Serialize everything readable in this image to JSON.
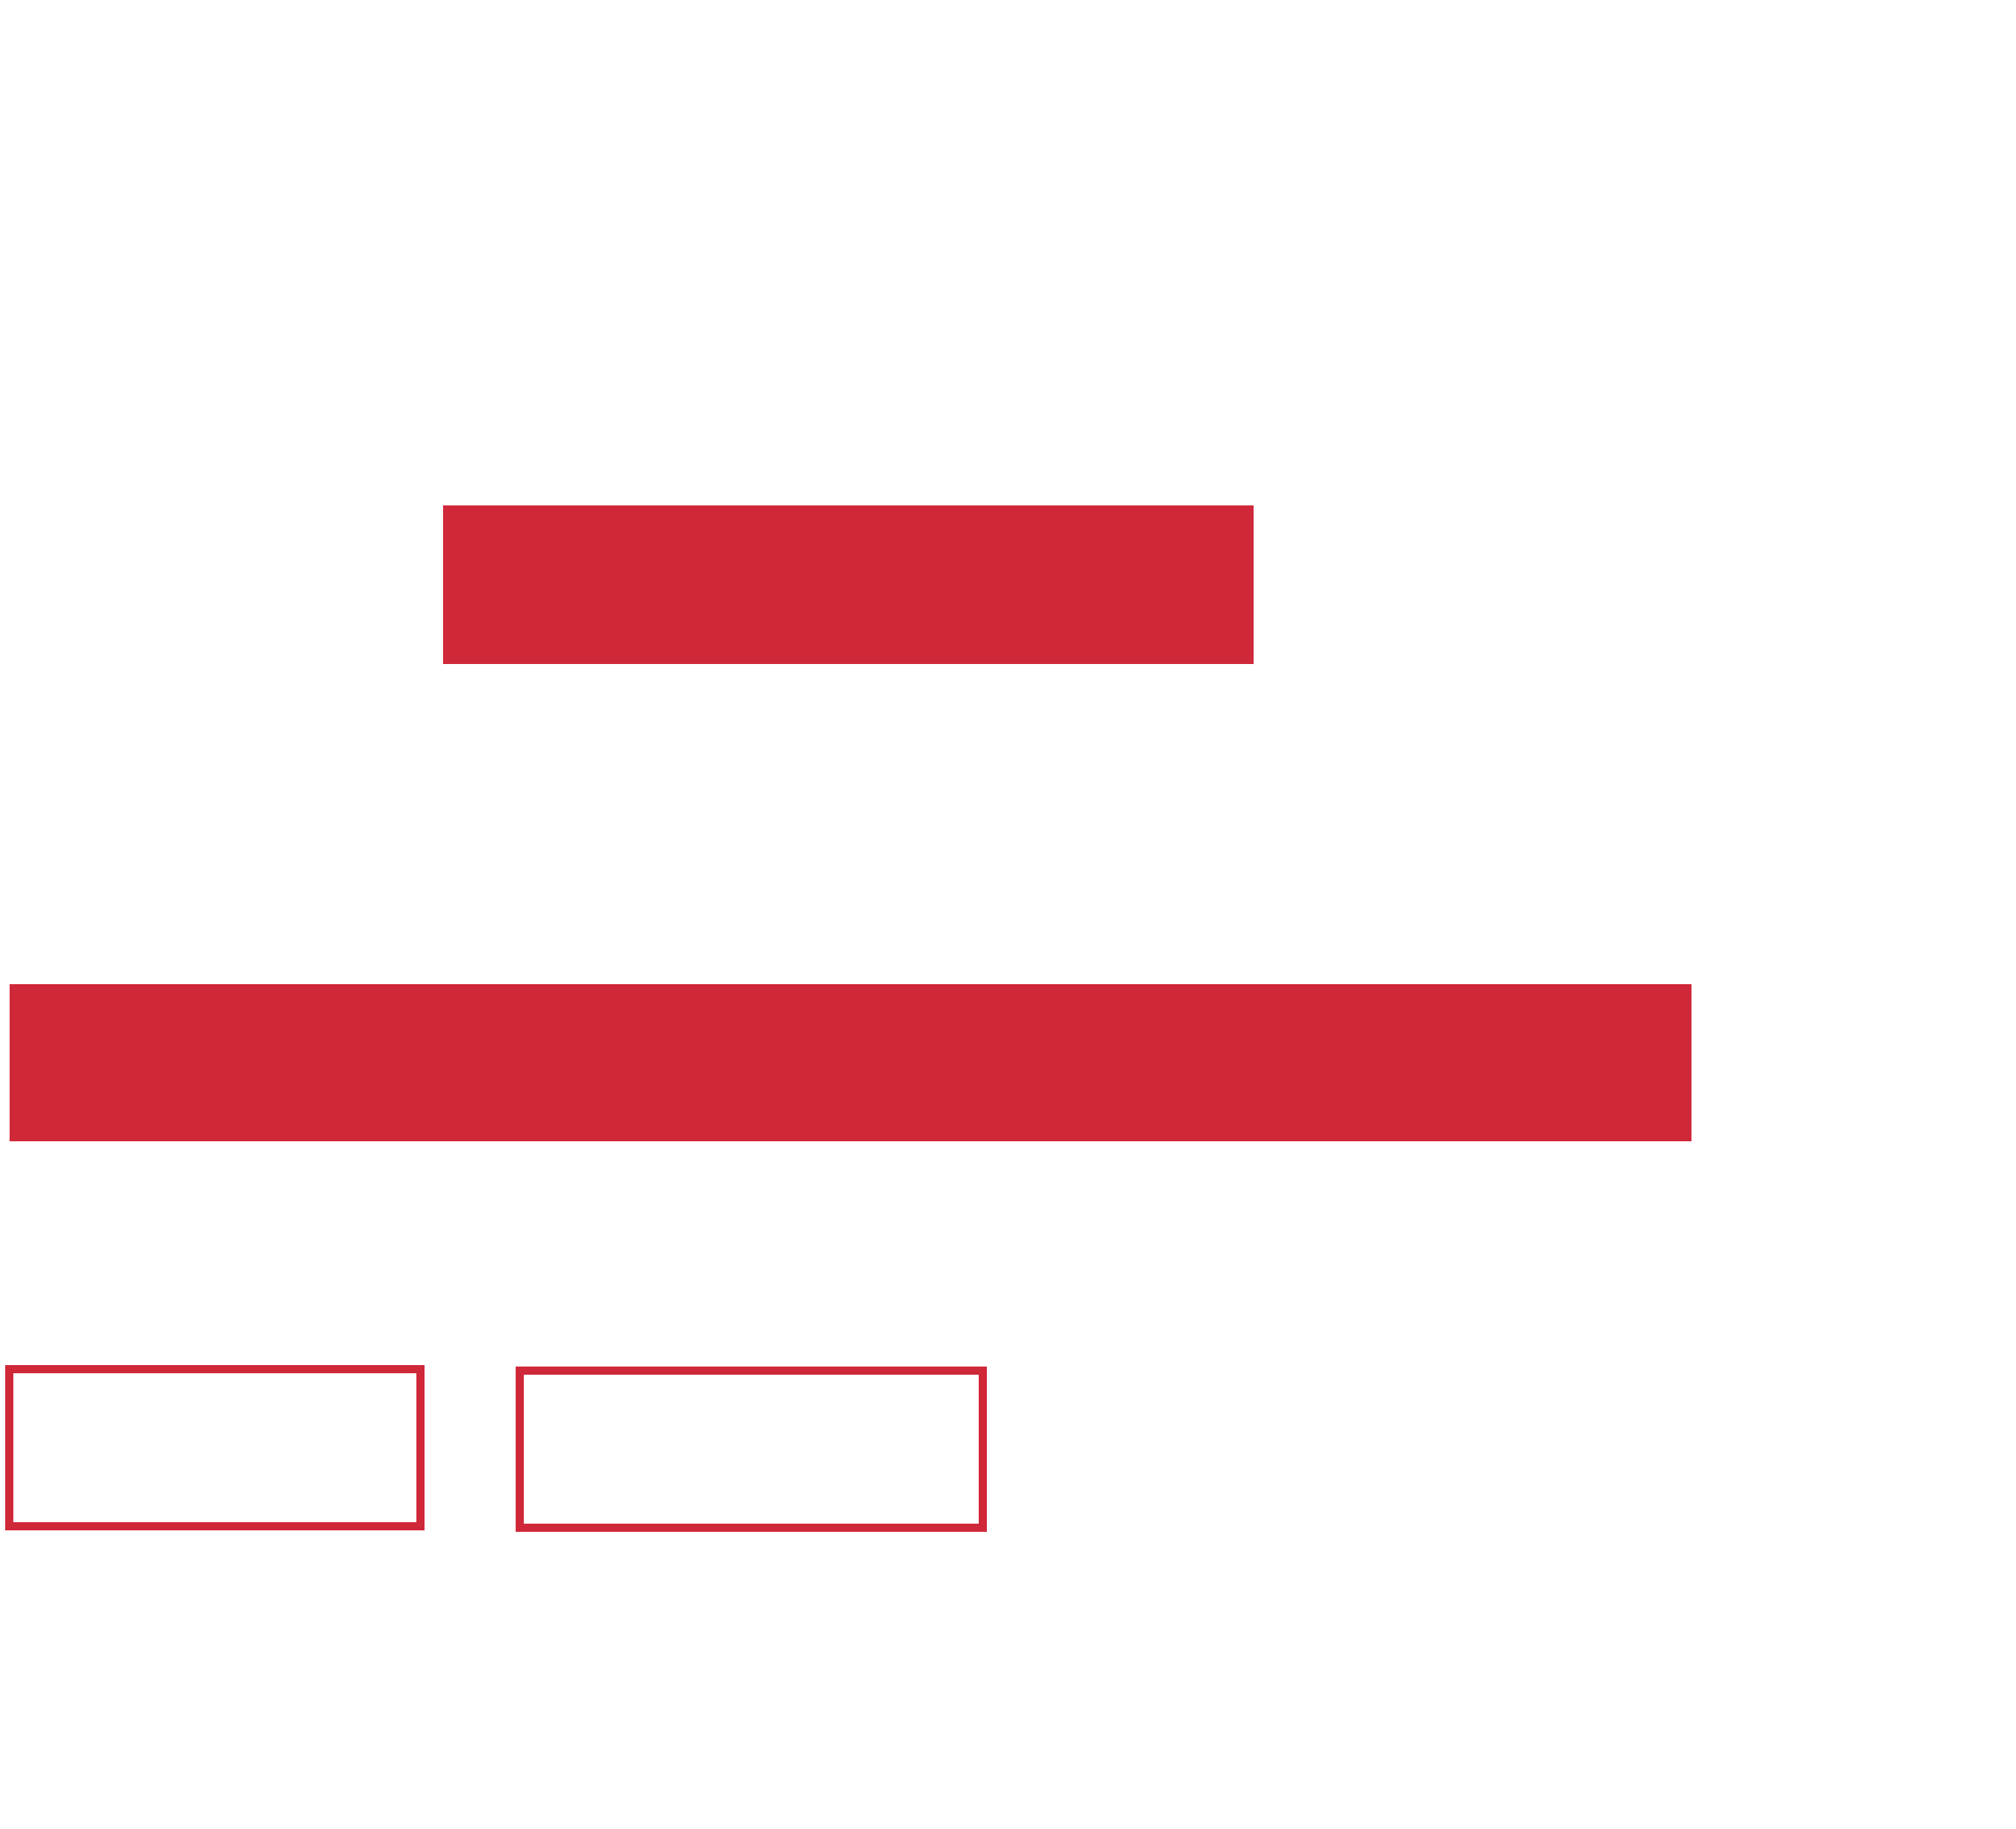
{
  "colors": {
    "accent": "#cf2839",
    "background": "#ffffff"
  },
  "shapes": [
    {
      "kind": "filled-rectangle"
    },
    {
      "kind": "filled-rectangle"
    },
    {
      "kind": "outlined-rectangle"
    },
    {
      "kind": "outlined-rectangle"
    }
  ]
}
